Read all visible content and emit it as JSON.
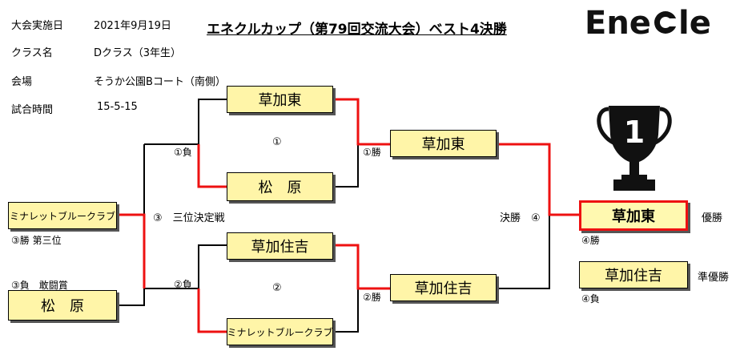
{
  "header": {
    "date_label": "大会実施日",
    "date_value": "2021年9月19日",
    "class_label": "クラス名",
    "class_value": "Dクラス（3年生）",
    "venue_label": "会場",
    "venue_value": "そうか公園Bコート（南側）",
    "time_label": "試合時間",
    "time_value": "15-5-15",
    "title": "エネクルカップ（第79回交流大会）ベスト4決勝",
    "logo_text": "EneCle"
  },
  "teams": {
    "r1_top": "草加東",
    "r1_mid": "松　原",
    "r1_b1": "草加住吉",
    "r1_b2": "ミナレットブルークラブ",
    "sf_top": "草加東",
    "sf_bot": "草加住吉",
    "third": "ミナレットブルークラブ",
    "fighting": "松　原",
    "champion": "草加東",
    "runner_up": "草加住吉"
  },
  "labels": {
    "m1": "①",
    "m1_loser": "①負",
    "m1_winner": "①勝",
    "m2": "②",
    "m2_loser": "②負",
    "m2_winner": "②勝",
    "m3": "③　三位決定戦",
    "m3_winner": "③勝 第三位",
    "m3_loser": "③負　敢闘賞",
    "final": "決勝　④",
    "m4_winner": "④勝",
    "m4_loser": "④負",
    "champion_title": "優勝",
    "runner_title": "準優勝"
  },
  "trophy": {
    "rank": "1"
  },
  "colors": {
    "win_line": "#ee1111",
    "box_fill": "#fff5a8"
  }
}
